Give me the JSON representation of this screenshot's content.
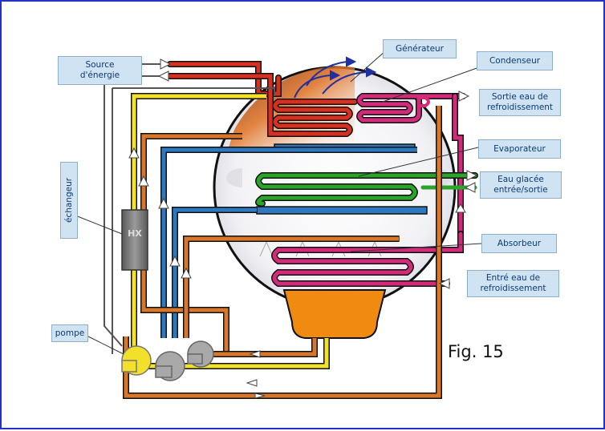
{
  "labels": {
    "source": "Source\nd'énergie",
    "generateur": "Générateur",
    "condenseur": "Condenseur",
    "sortie_eau": "Sortie eau de\nrefroidissement",
    "evaporateur": "Evaporateur",
    "eau_glacee": "Eau glacée\nentrée/sortie",
    "absorbeur": "Absorbeur",
    "entree_eau": "Entré eau de\nrefroidissement",
    "echangeur": "échangeur",
    "hx": "HX",
    "pompe": "pompe"
  },
  "figure_caption": "Fig. 15",
  "colors": {
    "border": "#2233cc",
    "label_bg": "#cfe3f2",
    "label_text": "#0d3a73",
    "red": "#d83020",
    "magenta": "#d42a7a",
    "blue": "#2e78c0",
    "green": "#2aa52a",
    "yellow": "#f2e12a",
    "orange": "#d8772a",
    "vessel_orange": "#f08a10",
    "hx_gray": "#7a7a7a"
  }
}
